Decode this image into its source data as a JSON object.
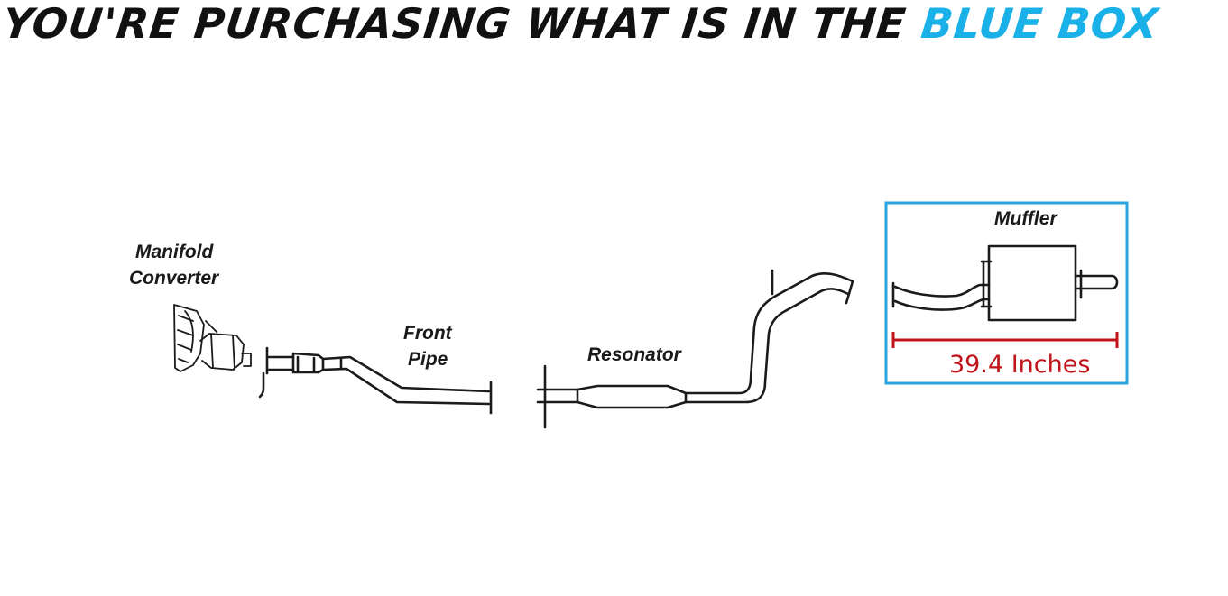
{
  "headline": {
    "prefix": "YOU'RE PURCHASING WHAT IS IN THE",
    "highlight": "BLUE BOX"
  },
  "parts": {
    "manifold_line1": "Manifold",
    "manifold_line2": "Converter",
    "front_pipe_line1": "Front",
    "front_pipe_line2": "Pipe",
    "resonator": "Resonator",
    "muffler": "Muffler"
  },
  "measurement": {
    "label": "39.4 Inches",
    "value": 39.4,
    "unit": "Inches"
  },
  "colors": {
    "highlight": "#1ab0e8",
    "box_border": "#2aa6de",
    "dimension": "#c0141a",
    "ink": "#1b1b1b"
  }
}
